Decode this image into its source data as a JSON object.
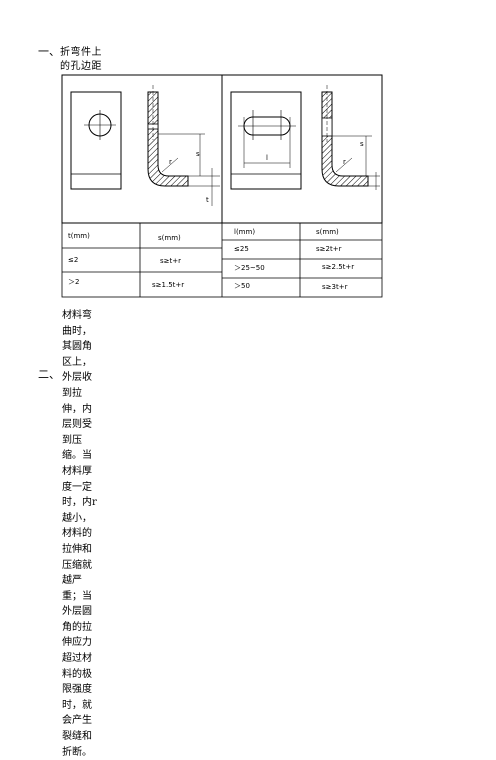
{
  "section1": {
    "number": "一、",
    "heading": "折弯件上的孔边距"
  },
  "figure": {
    "left_labels": {
      "r": "r",
      "s": "s",
      "t": "t"
    },
    "right_labels": {
      "r": "r",
      "s": "s",
      "l": "l"
    }
  },
  "table_left": {
    "headers": [
      "t(mm)",
      "s(mm)"
    ],
    "rows": [
      [
        "≤2",
        "s≥t+r"
      ],
      [
        "＞2",
        "s≥1.5t+r"
      ]
    ]
  },
  "table_right": {
    "headers": [
      "l(mm)",
      "s(mm)"
    ],
    "rows": [
      [
        "≤25",
        "s≥2t+r"
      ],
      [
        "＞25~50",
        "s≥2.5t+r"
      ],
      [
        "＞50",
        "s≥3t+r"
      ]
    ]
  },
  "section2": {
    "number": "二、",
    "paragraph": "材料弯曲时，其圆角区上，外层收到拉伸，内层则受到压缩。当材料厚度一定时，内r越小，材料的拉伸和压缩就越严重；当外层圆角的拉伸应力超过材料的极限强度时，就会产生裂缝和折断。"
  }
}
